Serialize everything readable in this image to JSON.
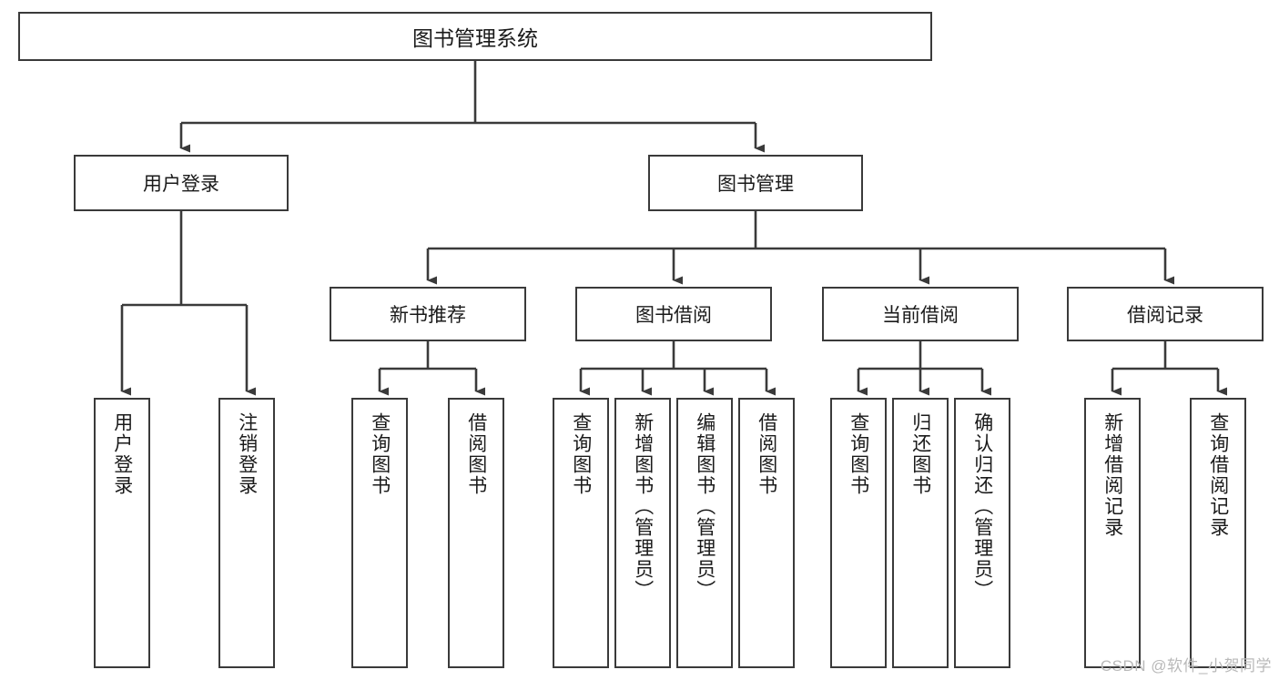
{
  "diagram": {
    "title": "图书管理系统",
    "type": "tree-hierarchy-chart",
    "line_color": "#3a3a3a",
    "box_fill": "#ffffff",
    "text_color": "#1a1a1a",
    "nodes": {
      "root": {
        "label": "图书管理系统"
      },
      "level1": [
        {
          "id": "user-login",
          "label": "用户登录"
        },
        {
          "id": "book-management",
          "label": "图书管理"
        }
      ],
      "level2": [
        {
          "id": "new-book-recommend",
          "label": "新书推荐"
        },
        {
          "id": "book-borrow",
          "label": "图书借阅"
        },
        {
          "id": "current-borrow",
          "label": "当前借阅"
        },
        {
          "id": "borrow-record",
          "label": "借阅记录"
        }
      ],
      "leaves": {
        "user-login": [
          {
            "id": "leaf-user-login",
            "label": "用户登录"
          },
          {
            "id": "leaf-logout-login",
            "label": "注销登录"
          }
        ],
        "new-book-recommend": [
          {
            "id": "leaf-query-book-1",
            "label": "查询图书"
          },
          {
            "id": "leaf-borrow-book-1",
            "label": "借阅图书"
          }
        ],
        "book-borrow": [
          {
            "id": "leaf-query-book-2",
            "label": "查询图书"
          },
          {
            "id": "leaf-add-book",
            "label": "新增图书（管理员）"
          },
          {
            "id": "leaf-edit-book",
            "label": "编辑图书（管理员）"
          },
          {
            "id": "leaf-borrow-book-2",
            "label": "借阅图书"
          }
        ],
        "current-borrow": [
          {
            "id": "leaf-query-book-3",
            "label": "查询图书"
          },
          {
            "id": "leaf-return-book",
            "label": "归还图书"
          },
          {
            "id": "leaf-confirm-return",
            "label": "确认归还（管理员）"
          }
        ],
        "borrow-record": [
          {
            "id": "leaf-add-record",
            "label": "新增借阅记录"
          },
          {
            "id": "leaf-query-record",
            "label": "查询借阅记录"
          }
        ]
      }
    },
    "watermark": "CSDN @软件_小贺同学"
  }
}
